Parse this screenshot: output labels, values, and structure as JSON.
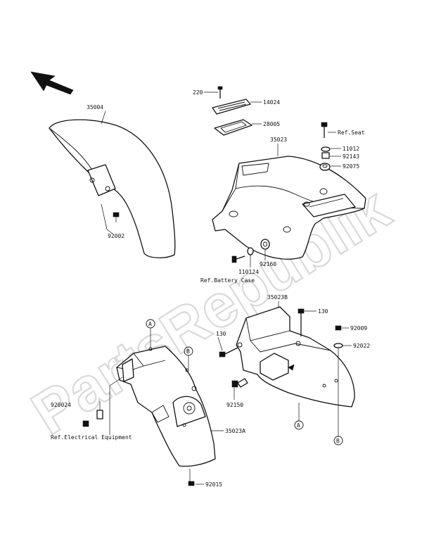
{
  "watermark": "PartsRepublik",
  "labels": {
    "p35004": "35004",
    "p92002": "92002",
    "p220": "220",
    "p14024": "14024",
    "p28005": "28005",
    "ref_seat": "Ref.Seat",
    "p11012": "11012",
    "p35023": "35023",
    "p92143": "92143",
    "p92075": "92075",
    "p92160": "92160",
    "p110124": "110124",
    "ref_battery": "Ref.Battery Case",
    "p35023b": "35023B",
    "p130a": "130",
    "p130b": "130",
    "p92009": "92009",
    "p92022": "92022",
    "p92150": "92150",
    "p920024": "920024",
    "ref_electrical": "Ref.Electrical Equipment",
    "p35023a": "35023A",
    "p92015": "92015",
    "callout_a": "A",
    "callout_b": "B"
  },
  "icons": {
    "direction": "front-direction-arrow-icon"
  }
}
